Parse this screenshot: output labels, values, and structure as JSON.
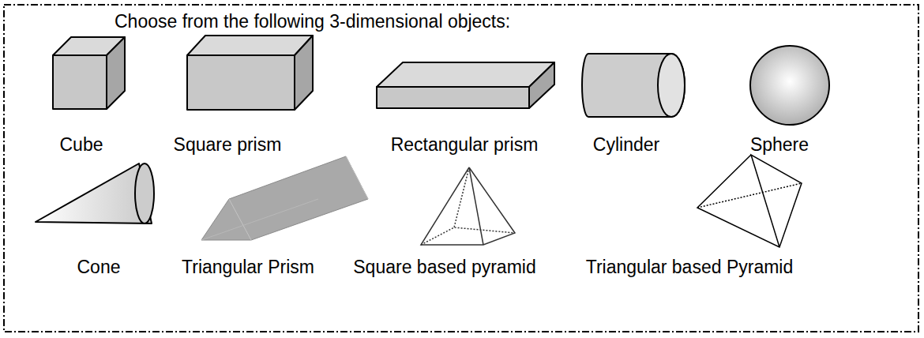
{
  "diagram": {
    "title": "Choose from the following 3-dimensional objects:",
    "labels": [
      "Cube",
      "Square prism",
      "Rectangular prism",
      "Cylinder",
      "Sphere",
      "Cone",
      "Triangular Prism",
      "Square based pyramid",
      "Triangular based Pyramid"
    ]
  }
}
